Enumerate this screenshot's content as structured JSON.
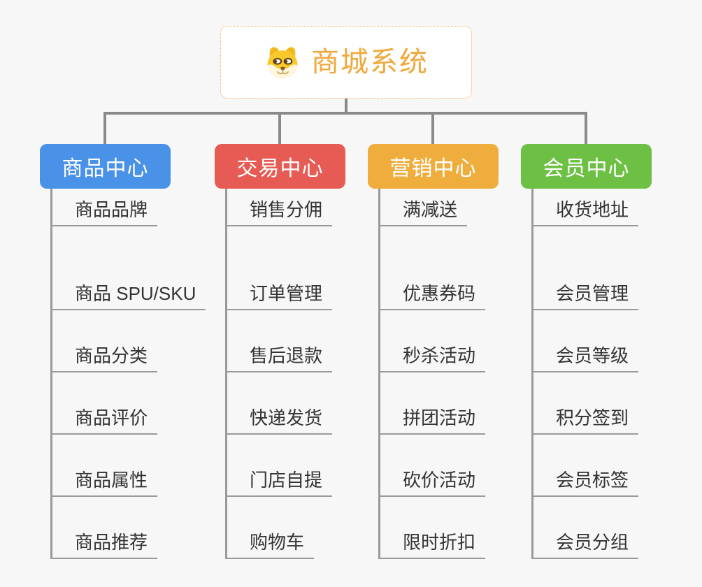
{
  "root": {
    "title": "商城系统",
    "icon": "dog-mascot-icon",
    "accent_color": "#f0a83c",
    "border_color": "#f0ad4e"
  },
  "connector_color": "#8a8a8a",
  "branches": [
    {
      "label": "商品中心",
      "color": "#4a92e8",
      "items": [
        "商品 SPU/SKU",
        "商品分类",
        "商品评价",
        "商品属性",
        "商品推荐",
        "商品品牌"
      ]
    },
    {
      "label": "交易中心",
      "color": "#e65c55",
      "items": [
        "订单管理",
        "售后退款",
        "快递发货",
        "门店自提",
        "购物车",
        "销售分佣"
      ]
    },
    {
      "label": "营销中心",
      "color": "#efad3e",
      "items": [
        "优惠券码",
        "秒杀活动",
        "拼团活动",
        "砍价活动",
        "限时折扣",
        "满减送"
      ]
    },
    {
      "label": "会员中心",
      "color": "#6ec045",
      "items": [
        "会员管理",
        "会员等级",
        "积分签到",
        "会员标签",
        "会员分组",
        "收货地址"
      ]
    }
  ]
}
